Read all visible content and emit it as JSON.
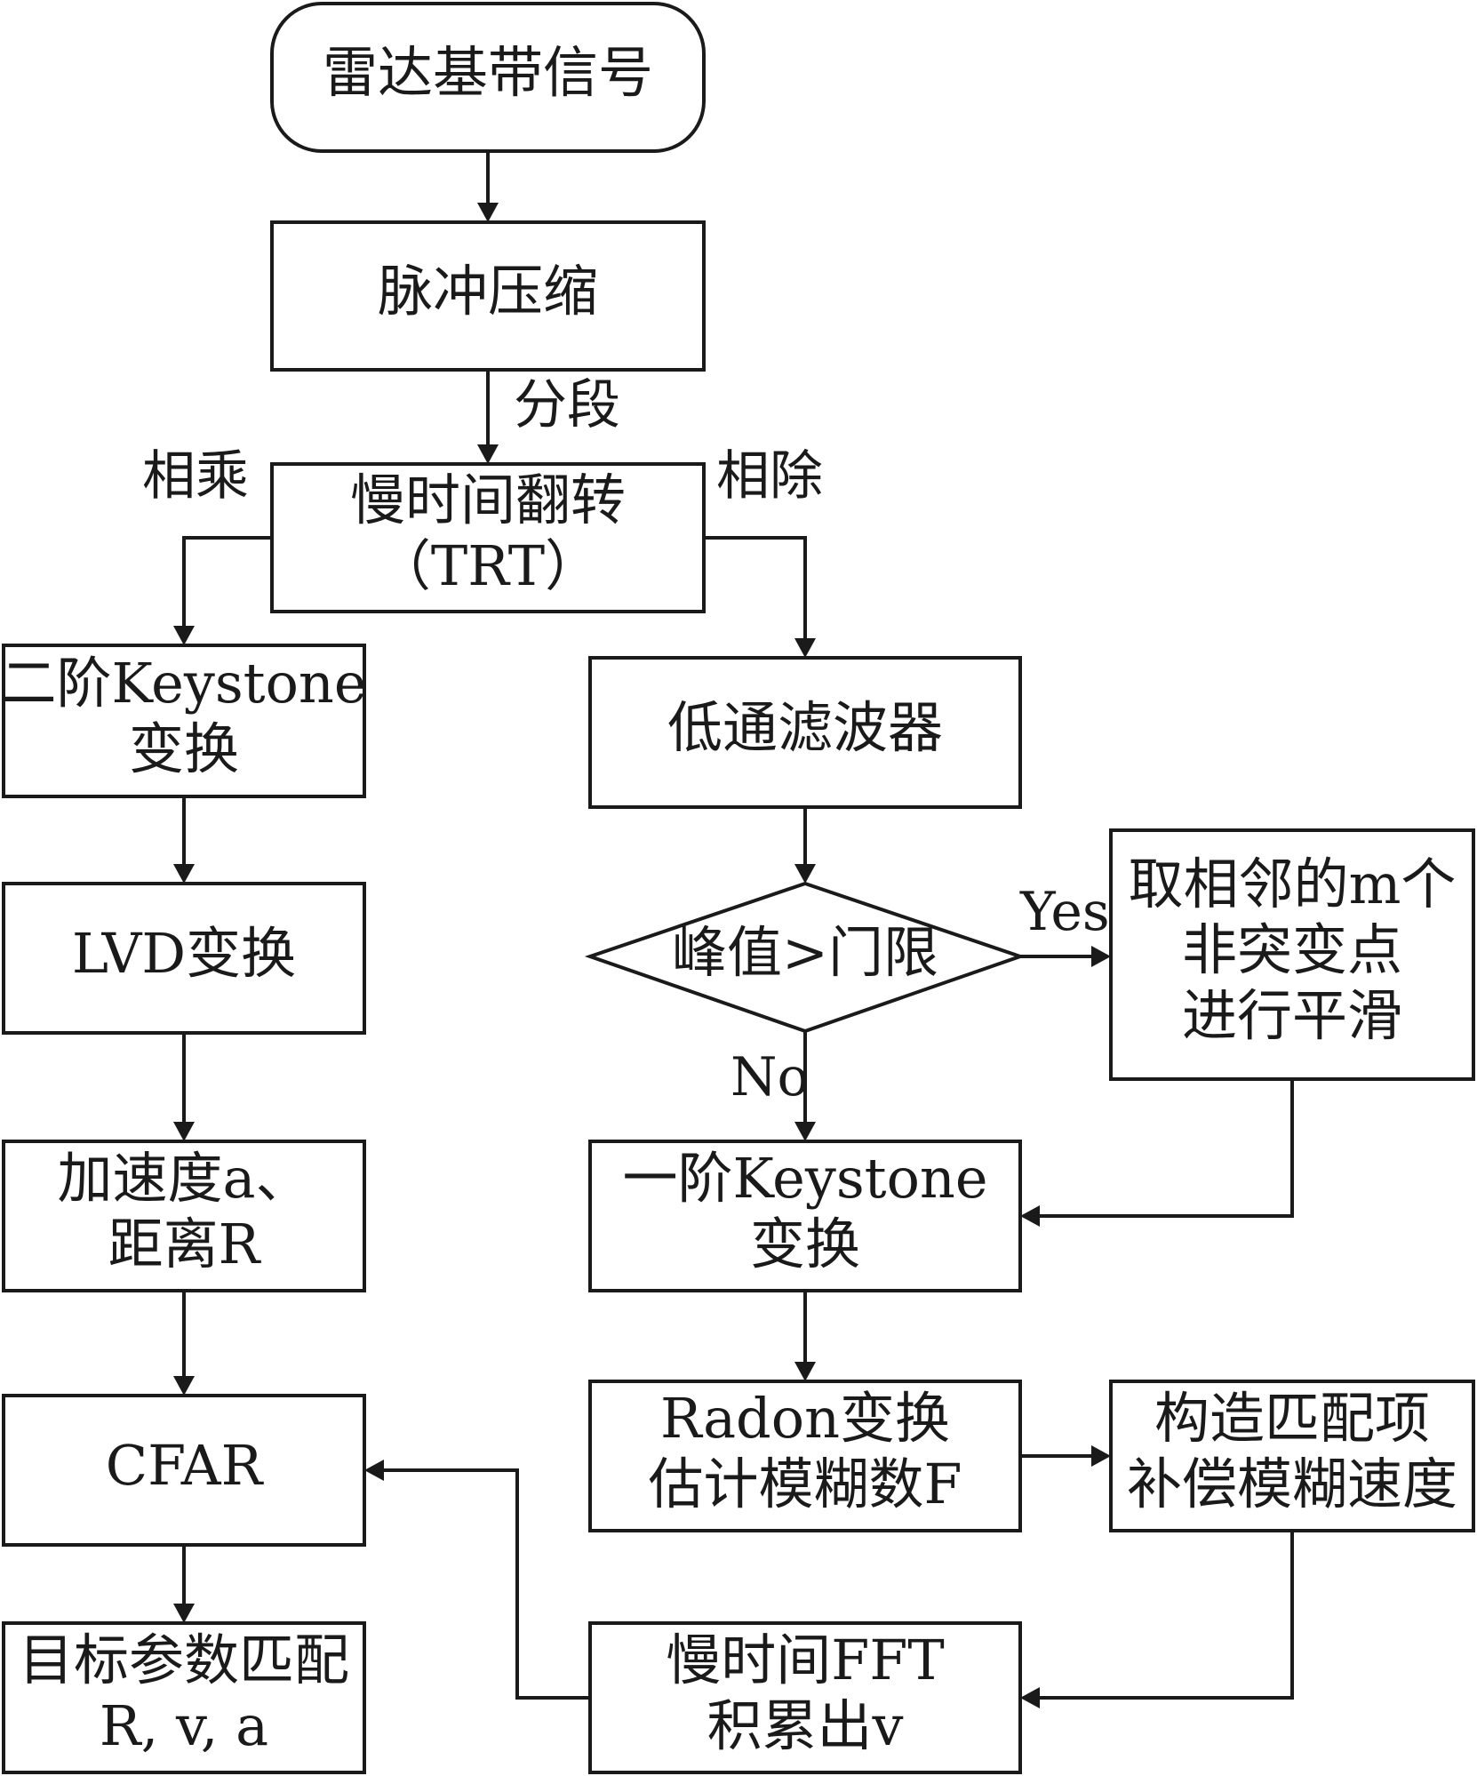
{
  "nodes": {
    "radar_signal": {
      "lines": [
        "雷达基带信号"
      ]
    },
    "pulse_compression": {
      "lines": [
        "脉冲压缩"
      ]
    },
    "trt": {
      "lines": [
        "慢时间翻转",
        "（TRT）"
      ]
    },
    "keystone2": {
      "lines": [
        "二阶Keystone",
        "变换"
      ]
    },
    "lowpass": {
      "lines": [
        "低通滤波器"
      ]
    },
    "lvd": {
      "lines": [
        "LVD变换"
      ]
    },
    "decision": {
      "lines": [
        "峰值>门限"
      ]
    },
    "smooth": {
      "lines": [
        "取相邻的m个",
        "非突变点",
        "进行平滑"
      ]
    },
    "accel_range": {
      "lines": [
        "加速度a、",
        "距离R"
      ]
    },
    "keystone1": {
      "lines": [
        "一阶Keystone",
        "变换"
      ]
    },
    "cfar": {
      "lines": [
        "CFAR"
      ]
    },
    "radon": {
      "lines": [
        "Radon变换",
        "估计模糊数F"
      ]
    },
    "compensate": {
      "lines": [
        "构造匹配项",
        "补偿模糊速度"
      ]
    },
    "target_match": {
      "lines": [
        "目标参数匹配",
        "R, v, a"
      ]
    },
    "fft": {
      "lines": [
        "慢时间FFT",
        "积累出v"
      ]
    }
  },
  "edge_labels": {
    "segment": "分段",
    "multiply": "相乘",
    "divide": "相除",
    "yes": "Yes",
    "no": "No"
  }
}
